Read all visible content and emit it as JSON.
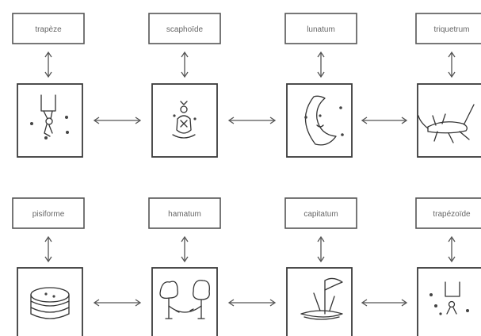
{
  "rows": [
    {
      "items": [
        {
          "label": "trapèze",
          "icon": "trapeze-sketch-icon"
        },
        {
          "label": "scaphoïde",
          "icon": "scaphoid-sketch-icon"
        },
        {
          "label": "lunatum",
          "icon": "crescent-moon-sketch-icon"
        },
        {
          "label": "triquetrum",
          "icon": "cricket-sketch-icon"
        }
      ]
    },
    {
      "items": [
        {
          "label": "pisiforme",
          "icon": "stacked-coins-sketch-icon"
        },
        {
          "label": "hamatum",
          "icon": "hammock-trees-sketch-icon"
        },
        {
          "label": "capitatum",
          "icon": "flag-island-sketch-icon"
        },
        {
          "label": "trapézoïde",
          "icon": "trapeze-small-sketch-icon"
        }
      ]
    }
  ]
}
